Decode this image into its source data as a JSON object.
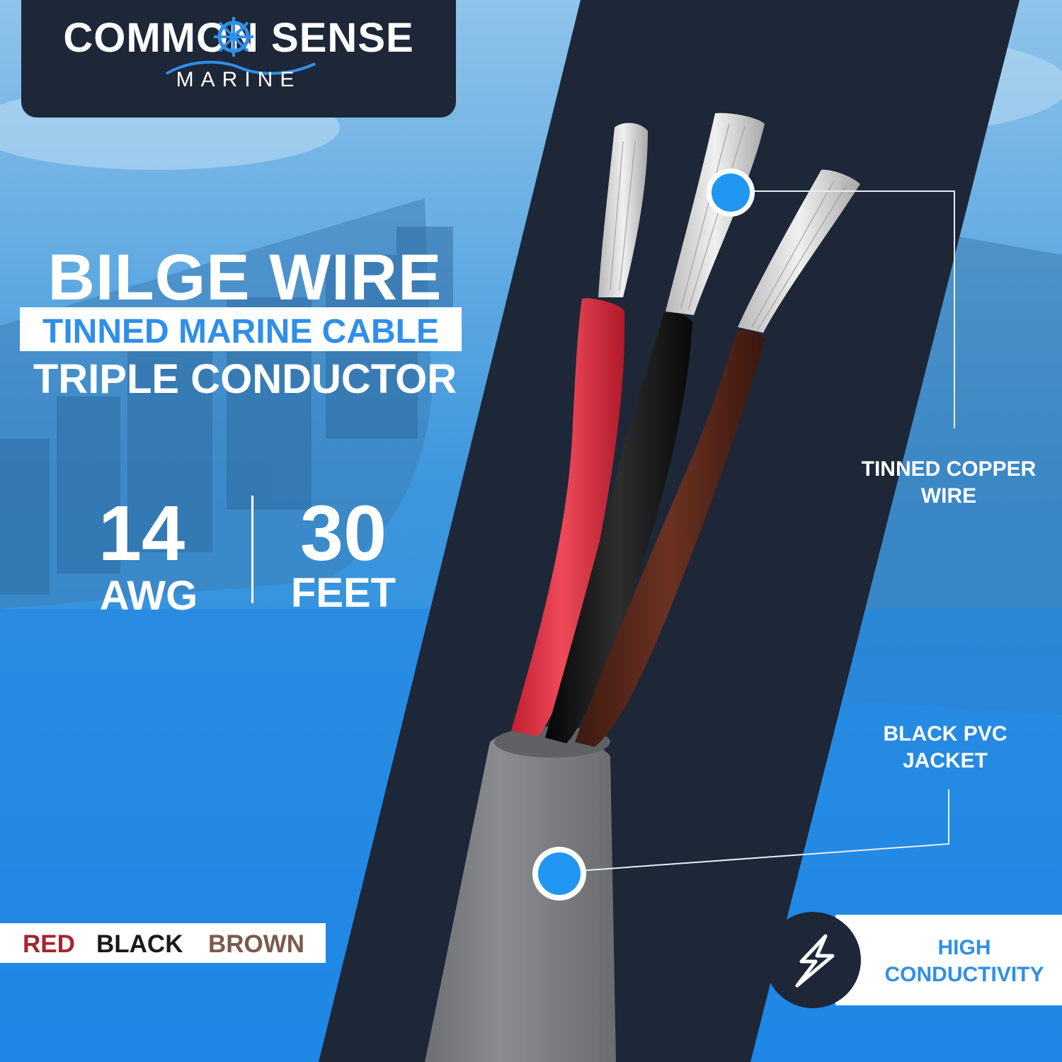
{
  "brand": {
    "name": "COMMON SENSE",
    "sub": "MARINE"
  },
  "headline": "BILGE WIRE",
  "band_text": "TINNED MARINE CABLE",
  "subheadline": "TRIPLE CONDUCTOR",
  "specs": [
    {
      "value": "14",
      "unit": "AWG"
    },
    {
      "value": "30",
      "unit": "FEET"
    }
  ],
  "callouts": {
    "copper": "TINNED COPPER\nWIRE",
    "jacket": "BLACK PVC\nJACKET"
  },
  "conductor_colors": [
    {
      "label": "RED",
      "color": "#a3242f"
    },
    {
      "label": "BLACK",
      "color": "#1a1a1a"
    },
    {
      "label": "BROWN",
      "color": "#7a5a4a"
    }
  ],
  "feature": "HIGH\nCONDUCTIVITY",
  "icons": [
    "ship-wheel-icon",
    "wave-icon",
    "lightning-icon"
  ],
  "colors": {
    "navy": "#1d2738",
    "sky_blue": "#2f8fe8",
    "accent_dot": "#2196f3",
    "jacket_gray": "#7d7f82",
    "wire_red": "#e23848",
    "wire_black": "#141414",
    "wire_brown": "#5a2a1c"
  }
}
